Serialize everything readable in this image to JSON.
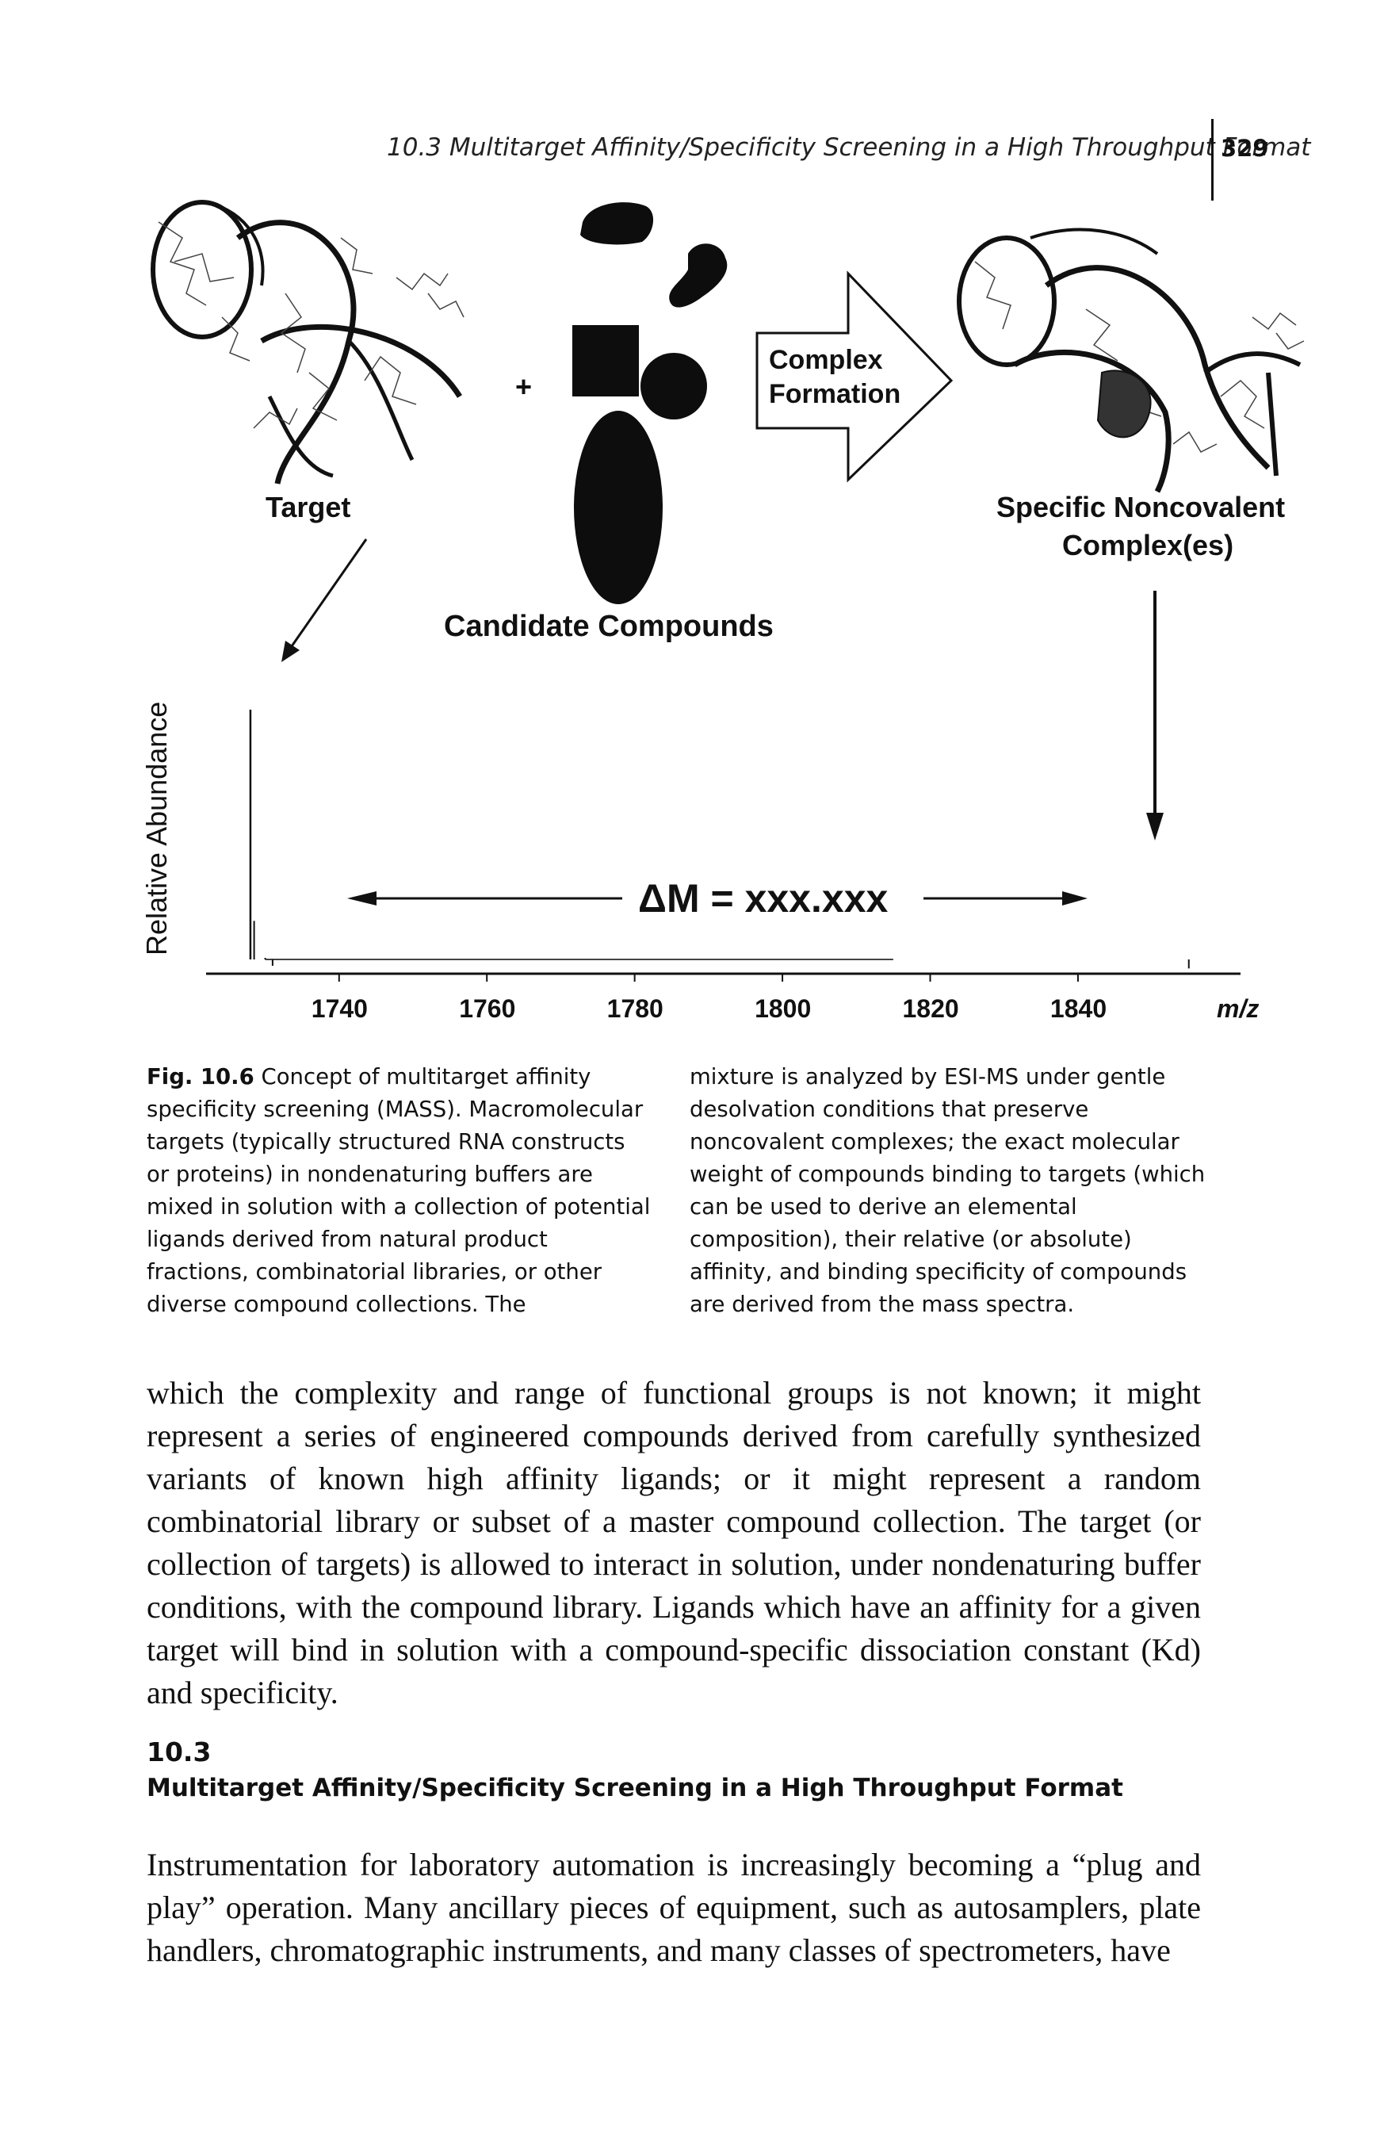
{
  "header": {
    "running_title": "10.3 Multitarget Affinity/Specificity Screening in a High Throughput Format",
    "page_number": "329"
  },
  "figure": {
    "labels": {
      "target": "Target",
      "plus": "+",
      "complex_line1": "Complex",
      "complex_line2": "Formation",
      "specific_line1": "Specific Noncovalent",
      "specific_line2": "Complex(es)",
      "candidate": "Candidate Compounds",
      "delta_m": "ΔM = xxx.xxx"
    }
  },
  "chart_data": {
    "type": "line",
    "xlabel": "m/z",
    "ylabel": "Relative Abundance",
    "x_ticks": [
      "1740",
      "1760",
      "1780",
      "1800",
      "1820",
      "1840"
    ],
    "xlim": [
      1722,
      1862
    ],
    "annotations": [
      "ΔM = xxx.xxx"
    ],
    "peaks": [
      {
        "x": 1728,
        "y": 1.0
      },
      {
        "x": 1728.5,
        "y": 0.2
      },
      {
        "x": 1730,
        "y": 0.06
      },
      {
        "x": 1731,
        "y": 0.03
      },
      {
        "x": 1855,
        "y": 0.02
      }
    ]
  },
  "caption": {
    "label": "Fig. 10.6",
    "left": "Concept of multitarget affinity specificity screening (MASS). Macromolecular targets (typically structured RNA constructs or proteins) in nondenaturing buffers are mixed in solution with a collection of potential ligands derived from natural product fractions, combinatorial libraries, or other diverse compound collections. The",
    "right": "mixture is analyzed by ESI-MS under gentle desolvation conditions that preserve noncovalent complexes; the exact molecular weight of compounds binding to targets (which can be used to derive an elemental composition), their relative (or absolute) affinity, and binding specificity of compounds are derived from the mass spectra."
  },
  "body": {
    "paragraph1": "which the complexity and range of functional groups is not known; it might represent a series of engineered compounds derived from carefully synthesized variants of known high affinity ligands; or it might represent a random combinatorial library or subset of a master compound collection. The target (or collection of targets) is allowed to interact in solution, under nondenaturing buffer conditions, with the compound library. Ligands which have an affinity for a given target will bind in solution with a compound-specific dissociation constant (Kd) and specificity.",
    "section_number": "10.3",
    "section_title": "Multitarget Affinity/Specificity Screening in a High Throughput Format",
    "paragraph2": "Instrumentation for laboratory automation is increasingly becoming a “plug and play” operation. Many ancillary pieces of equipment, such as autosamplers, plate handlers, chromatographic instruments, and many classes of spectrometers, have"
  }
}
